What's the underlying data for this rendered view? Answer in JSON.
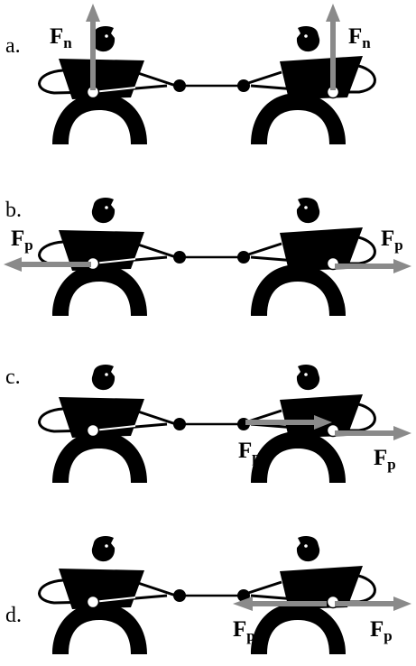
{
  "colors": {
    "figure": "#000000",
    "arrow": "#8a8a8a",
    "background": "#ffffff"
  },
  "panels": [
    {
      "label": "a.",
      "forces": [
        {
          "text": "F",
          "sub": "n"
        },
        {
          "text": "F",
          "sub": "n"
        }
      ]
    },
    {
      "label": "b.",
      "forces": [
        {
          "text": "F",
          "sub": "p"
        },
        {
          "text": "F",
          "sub": "p"
        }
      ]
    },
    {
      "label": "c.",
      "forces": [
        {
          "text": "F",
          "sub": "p"
        },
        {
          "text": "F",
          "sub": "p"
        }
      ]
    },
    {
      "label": "d.",
      "forces": [
        {
          "text": "F",
          "sub": "p"
        },
        {
          "text": "F",
          "sub": "p"
        }
      ]
    }
  ]
}
